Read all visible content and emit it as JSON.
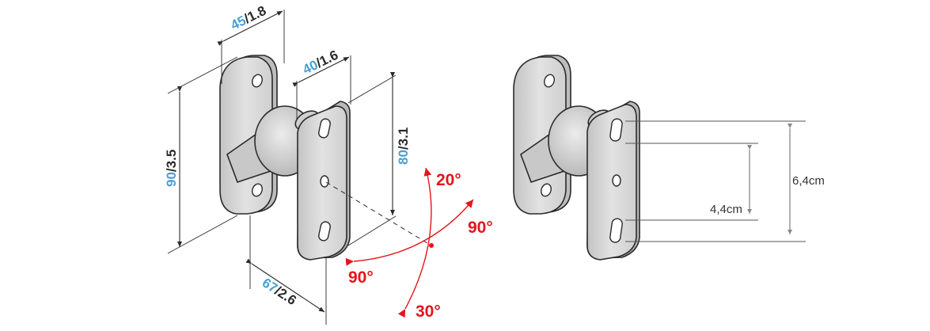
{
  "colors": {
    "metric": "#4a9fd0",
    "imperial": "#2a2a2a",
    "angle": "#e3161b",
    "part_fill": "#d9d9d9",
    "part_shadow": "#bdbdbd",
    "line": "#2a2a2a"
  },
  "dimensions": {
    "width_top": {
      "metric": "45",
      "imperial": "/1.8"
    },
    "width_plate": {
      "metric": "40",
      "imperial": "/1.6"
    },
    "height_back": {
      "metric": "90",
      "imperial": "/3.5"
    },
    "height_plate": {
      "metric": "80",
      "imperial": "/3.1"
    },
    "depth": {
      "metric": "67",
      "imperial": "/2.6"
    }
  },
  "angles": {
    "up": "20°",
    "right": "90°",
    "left": "90°",
    "down": "30°"
  },
  "spacing": {
    "outer": "6,4cm",
    "inner": "4,4cm"
  }
}
